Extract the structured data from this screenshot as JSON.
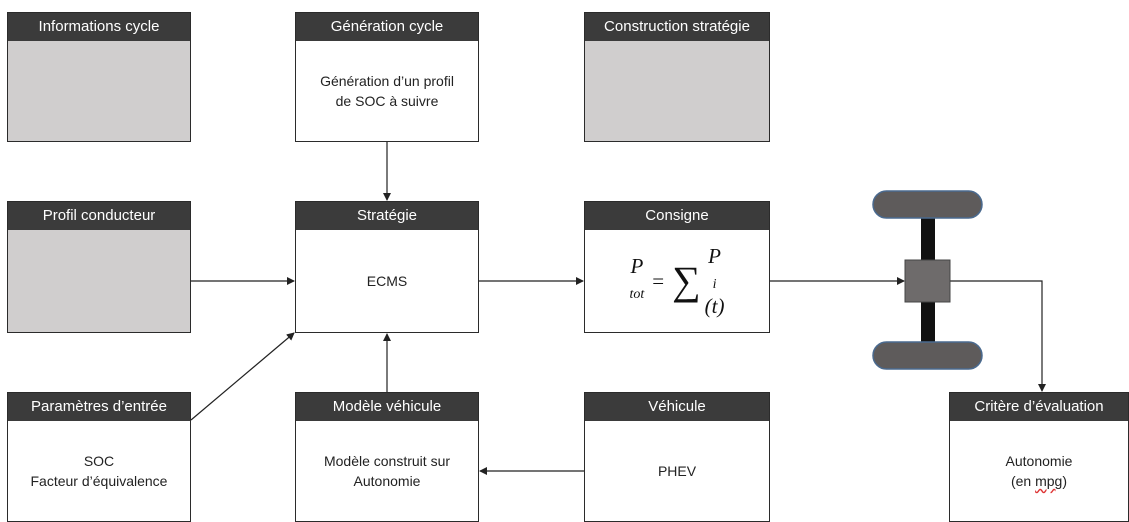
{
  "blocks": {
    "informations_cycle": {
      "title": "Informations cycle"
    },
    "generation_cycle": {
      "title": "Génération cycle",
      "lines": [
        "Génération d’un profil",
        "de SOC à suivre"
      ]
    },
    "construction_strategie": {
      "title": "Construction stratégie"
    },
    "profil_conducteur": {
      "title": "Profil conducteur"
    },
    "strategie": {
      "title": "Stratégie",
      "lines": [
        "ECMS"
      ]
    },
    "consigne": {
      "title": "Consigne",
      "formula": {
        "lhs": "P",
        "lhs_sub": "tot",
        "eq": "=",
        "sum": "∑",
        "rhs": "P",
        "rhs_sub": "i",
        "rhs_arg": "(t)"
      }
    },
    "parametres_entree": {
      "title": "Paramètres d’entrée",
      "lines": [
        "SOC",
        "Facteur d’équivalence"
      ]
    },
    "modele_vehicule": {
      "title": "Modèle véhicule",
      "lines": [
        "Modèle construit sur",
        "Autonomie"
      ]
    },
    "vehicule": {
      "title": "Véhicule",
      "lines": [
        "PHEV"
      ]
    },
    "critere_evaluation": {
      "title": "Critère d’évaluation",
      "lines": [
        "Autonomie",
        "(en mpg)"
      ]
    }
  },
  "colors": {
    "header_bg": "#3b3b3b",
    "grey_fill": "#d0cece",
    "axle": "#111111",
    "wheel_fill": "#5e5b5b",
    "wheel_border": "#4a6a8f",
    "hub": "#6e6b6b"
  },
  "icons": {
    "vehicle": "vehicle-axle-icon"
  }
}
